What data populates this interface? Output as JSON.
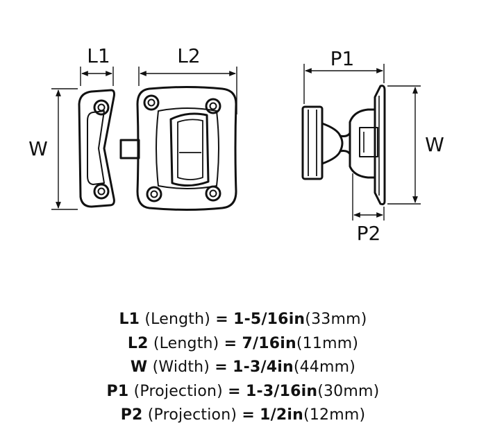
{
  "diagram": {
    "labels": {
      "l1": "L1",
      "l2": "L2",
      "w_front": "W",
      "p1": "P1",
      "w_side": "W",
      "p2": "P2"
    }
  },
  "specs": [
    {
      "code": "L1",
      "desc": "(Length)",
      "eq": "=",
      "value": "1-5/16in",
      "metric": "(33mm)"
    },
    {
      "code": "L2",
      "desc": "(Length)",
      "eq": "=",
      "value": "7/16in",
      "metric": "(11mm)"
    },
    {
      "code": "W",
      "desc": "(Width)",
      "eq": "=",
      "value": "1-3/4in",
      "metric": "(44mm)"
    },
    {
      "code": "P1",
      "desc": "(Projection)",
      "eq": "=",
      "value": "1-3/16in",
      "metric": "(30mm)"
    },
    {
      "code": "P2",
      "desc": "(Projection)",
      "eq": "=",
      "value": "1/2in",
      "metric": "(12mm)"
    }
  ]
}
